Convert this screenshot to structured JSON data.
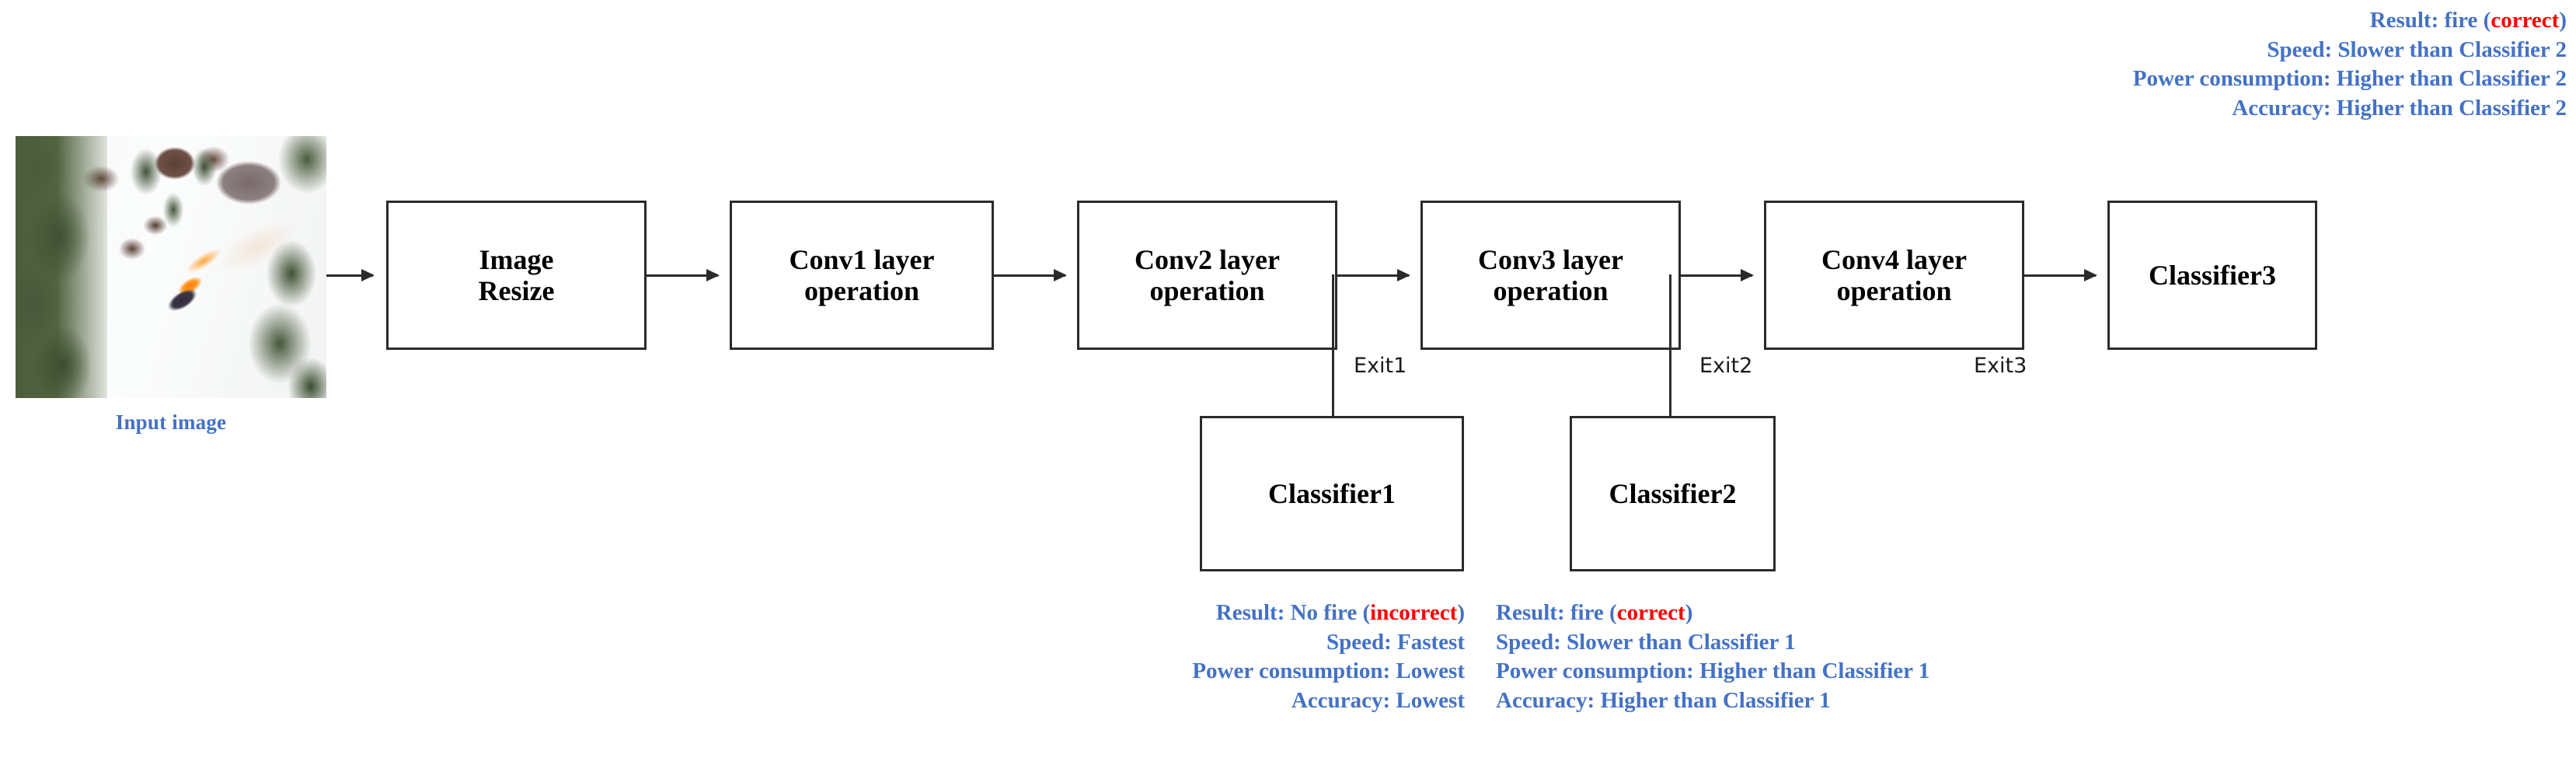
{
  "figure": {
    "type": "early-exit CNN inference pipeline diagram",
    "input": {
      "caption": "Input image",
      "image_description": "Aerial photo of a snow-covered forest slope with an orange wildfire flame"
    },
    "pipeline": [
      {
        "id": "image-resize",
        "label": "Image\nResize",
        "line1": "Image",
        "line2": "Resize"
      },
      {
        "id": "conv1",
        "label": "Conv1 layer operation",
        "line1": "Conv1 layer",
        "line2": "operation"
      },
      {
        "id": "conv2",
        "label": "Conv2 layer operation",
        "line1": "Conv2 layer",
        "line2": "operation"
      },
      {
        "id": "conv3",
        "label": "Conv3 layer operation",
        "line1": "Conv3 layer",
        "line2": "operation"
      },
      {
        "id": "conv4",
        "label": "Conv4 layer operation",
        "line1": "Conv4 layer",
        "line2": "operation"
      },
      {
        "id": "classifier3",
        "label": "Classifier3",
        "line1": "Classifier3",
        "line2": ""
      }
    ],
    "branch_classifiers": [
      {
        "id": "classifier1",
        "label": "Classifier1"
      },
      {
        "id": "classifier2",
        "label": "Classifier2"
      }
    ],
    "exits": [
      {
        "id": "exit1",
        "label": "Exit1"
      },
      {
        "id": "exit2",
        "label": "Exit2"
      },
      {
        "id": "exit3",
        "label": "Exit3"
      }
    ],
    "annotations": {
      "classifier1": {
        "align": "right",
        "result_prefix": "Result: No fire (",
        "result_verdict": "incorrect",
        "result_suffix": ")",
        "speed": "Speed: Fastest",
        "power": "Power consumption: Lowest",
        "accuracy": "Accuracy: Lowest"
      },
      "classifier2": {
        "align": "left",
        "result_prefix": "Result: fire (",
        "result_verdict": "correct",
        "result_suffix": ")",
        "speed": "Speed: Slower than Classifier 1",
        "power": "Power consumption: Higher than Classifier 1",
        "accuracy": "Accuracy: Higher than Classifier 1"
      },
      "classifier3": {
        "align": "right",
        "result_prefix": "Result: fire (",
        "result_verdict": "correct",
        "result_suffix": ")",
        "speed": "Speed: Slower than Classifier 2",
        "power": "Power consumption: Higher than Classifier 2",
        "accuracy": "Accuracy: Higher than Classifier 2"
      }
    },
    "colors": {
      "annotation_blue": "#4472c4",
      "verdict_red": "#ff0000",
      "box_border": "#2b2b2b",
      "background": "#ffffff"
    }
  }
}
